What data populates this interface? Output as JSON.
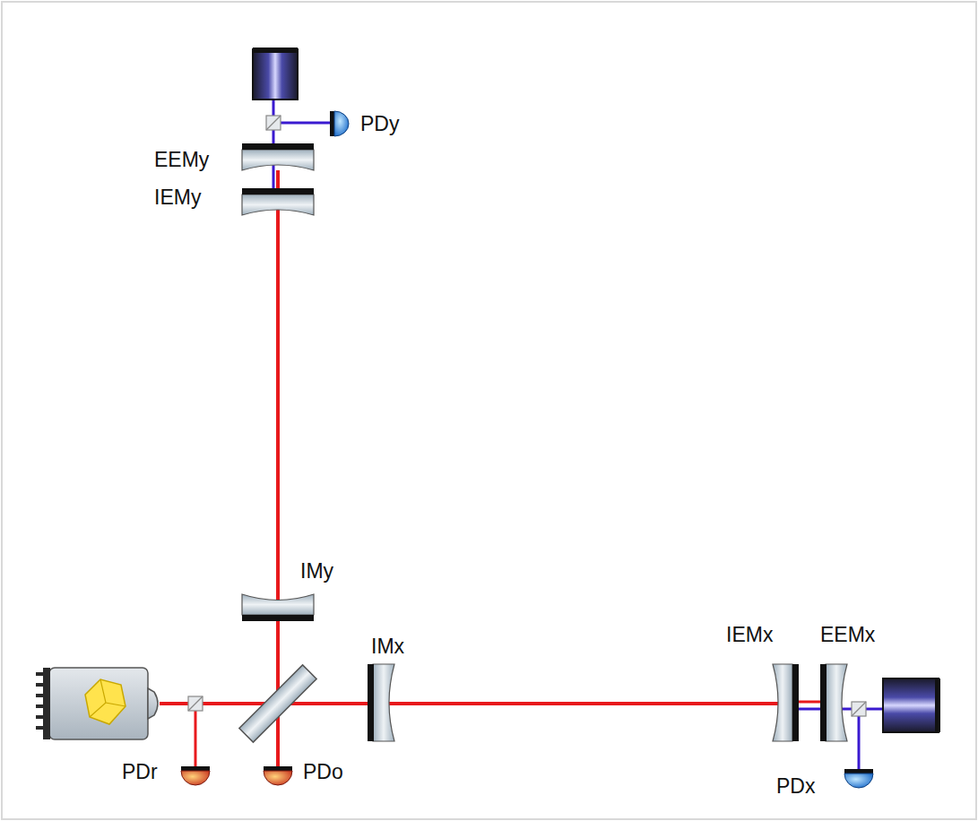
{
  "diagram": {
    "labels": [
      "PDy",
      "EEMy",
      "IEMy",
      "IMy",
      "IEMx",
      "EEMx",
      "IMx",
      "PDr",
      "PDo",
      "PDx"
    ]
  }
}
